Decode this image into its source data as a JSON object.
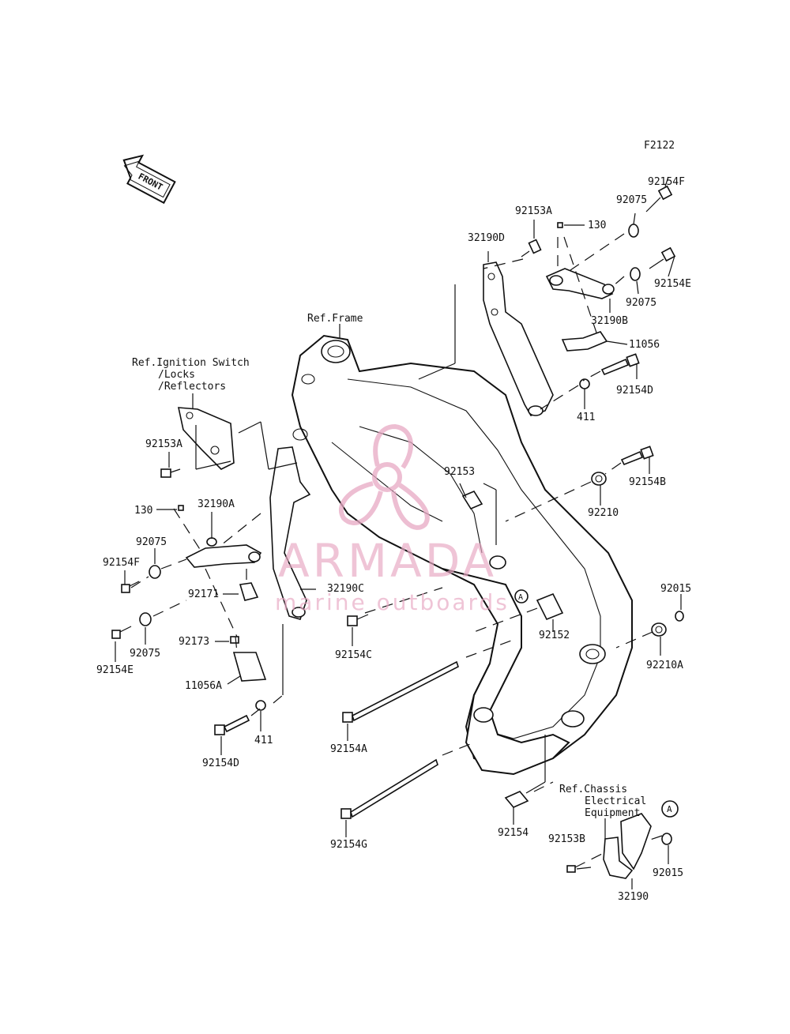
{
  "figure_code": "F2122",
  "front_arrow": "FRONT",
  "callout_letter": "A",
  "ref_labels": {
    "frame": "Ref.Frame",
    "ignition_l1": "Ref.Ignition Switch",
    "ignition_l2": "/Locks",
    "ignition_l3": "/Reflectors",
    "chassis_l1": "Ref.Chassis",
    "chassis_l2": "Electrical",
    "chassis_l3": "Equipment"
  },
  "parts": {
    "p92154F_r": "92154F",
    "p92075_r1": "92075",
    "p92153A_r": "92153A",
    "p130_r": "130",
    "p32190D": "32190D",
    "p92154E_r": "92154E",
    "p92075_r2": "92075",
    "p32190B": "32190B",
    "p11056": "11056",
    "p92154D_r": "92154D",
    "p411_r": "411",
    "p92153": "92153",
    "p92154B": "92154B",
    "p92210": "92210",
    "p92015_r": "92015",
    "p92210A": "92210A",
    "p92152": "92152",
    "p92153A_l": "92153A",
    "p130_l": "130",
    "p32190A": "32190A",
    "p92075_l1": "92075",
    "p92154F_l": "92154F",
    "p92171": "92171",
    "p32190C": "32190C",
    "p92154E_l": "92154E",
    "p92075_l2": "92075",
    "p92173": "92173",
    "p11056A": "11056A",
    "p92154C": "92154C",
    "p411_l": "411",
    "p92154D_l": "92154D",
    "p92154A": "92154A",
    "p92154G": "92154G",
    "p92154": "92154",
    "p92153B": "92153B",
    "p92015_b": "92015",
    "p32190": "32190"
  },
  "watermark": {
    "brand": "ARMADA",
    "tagline": "marine outboards",
    "color": "#e8a9c4"
  }
}
